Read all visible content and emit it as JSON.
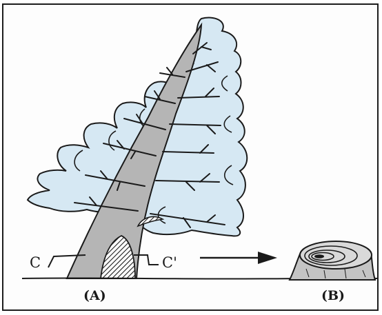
{
  "figure": {
    "label_a": "(A)",
    "label_b": "(B)",
    "cut_left": "C",
    "cut_right": "C'"
  },
  "colors": {
    "foliage": "#d6e8f3",
    "trunk": "#b5b5b5",
    "outline": "#1a1a1a"
  },
  "icons": [
    "leaning-tree",
    "reaction-wood-hatch",
    "arrow-right",
    "stump-eccentric-rings"
  ]
}
